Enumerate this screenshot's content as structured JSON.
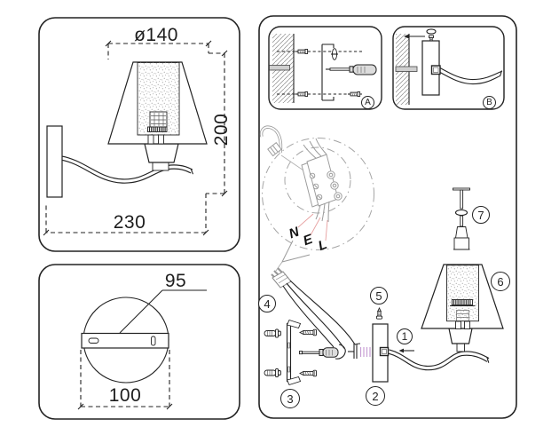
{
  "labels": {
    "side_view": {
      "diameter": "ø140",
      "height": "200",
      "width": "230"
    },
    "base_view": {
      "hole_spacing": "95",
      "width": "100"
    }
  },
  "wiring": {
    "n": "N",
    "e": "E",
    "l": "L"
  },
  "steps": {
    "a": "A",
    "b": "B"
  },
  "parts": {
    "p1": "1",
    "p2": "2",
    "p3": "3",
    "p4": "4",
    "p5": "5",
    "p6": "6",
    "p7": "7"
  },
  "colors": {
    "background": "#ffffff",
    "ink": "#222222",
    "balloon_gray": "#9a9a9a",
    "pink_leader": "#e79f9f",
    "purple_hatch": "#c79fd4",
    "metal_gray": "#dcdcdc"
  }
}
